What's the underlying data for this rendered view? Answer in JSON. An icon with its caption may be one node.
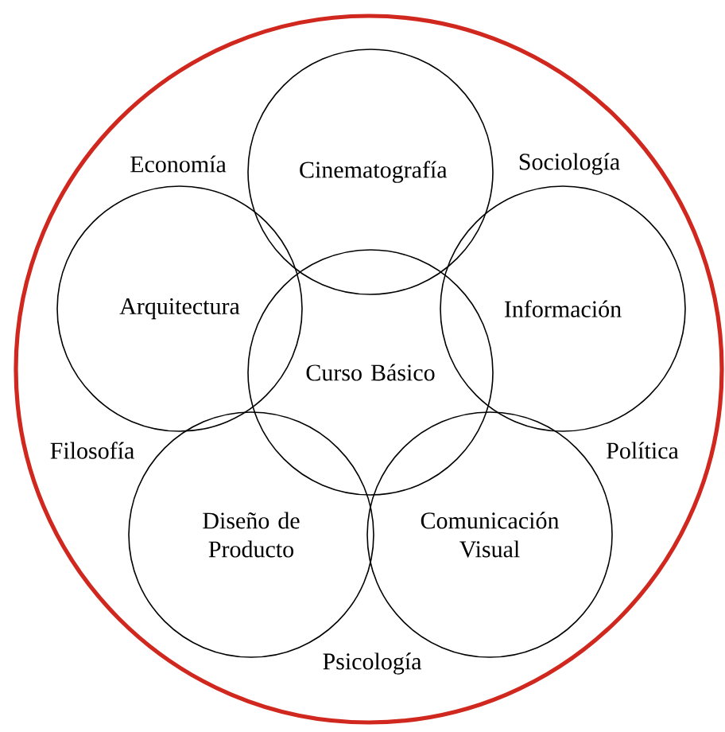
{
  "diagram": {
    "nodes": [
      {
        "text": [],
        "shape": "circle"
      },
      {
        "text": [
          "Cinematografía"
        ],
        "in": 0
      },
      {
        "text": [
          "Arquitectura"
        ],
        "in": 0
      },
      {
        "text": [
          "Información"
        ],
        "in": 0
      },
      {
        "text": [
          "Curso Básico"
        ],
        "in": 0
      },
      {
        "text": [
          "Diseño de Producto"
        ],
        "in": 0
      },
      {
        "text": [
          "Comunicación Visual"
        ],
        "in": 0
      }
    ],
    "labels": [
      "Economía",
      "Sociología",
      "Filosofía",
      "Política",
      "Psicología"
    ]
  }
}
